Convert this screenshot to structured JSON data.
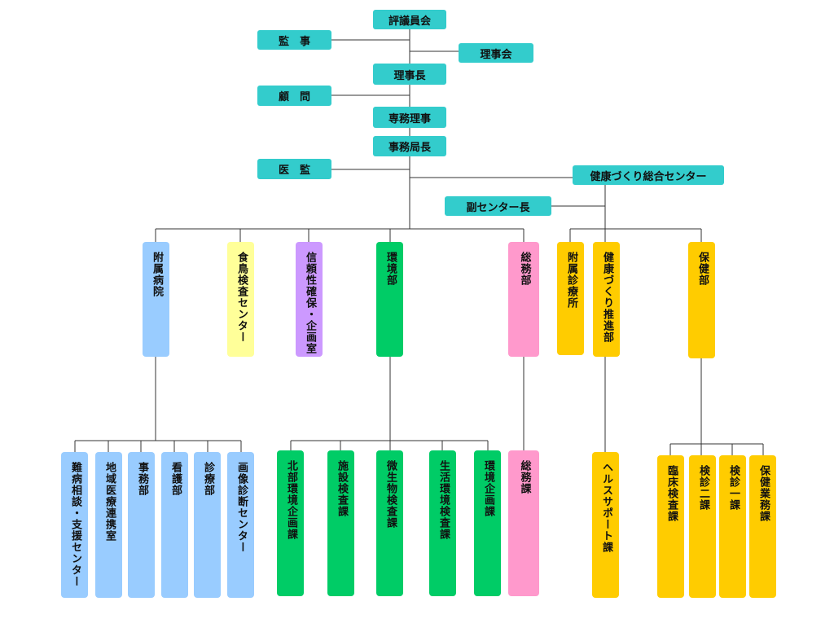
{
  "colors": {
    "teal": "#33cccc",
    "blue": "#99ccff",
    "yellow": "#ffff99",
    "purple": "#cc99ff",
    "green": "#00cc66",
    "pink": "#ff99cc",
    "gold": "#ffcc00",
    "line": "#333333"
  },
  "top": {
    "council": "評議員会",
    "auditor": "監　事",
    "board": "理事会",
    "chair": "理事長",
    "advisor": "顧　問",
    "managing_director": "専務理事",
    "secretary_general": "事務局長",
    "medical_supervisor": "医　監",
    "health_center": "健康づくり総合センター",
    "vice_center_head": "副センター長"
  },
  "departments": {
    "hospital": "附属病院",
    "food_center": "食鳥検査センター",
    "reliability": "信頼性確保・企画室",
    "environment": "環境部",
    "general_affairs": "総務部",
    "clinic": "附属診療所",
    "health_promotion": "健康づくり推進部",
    "health": "保健部"
  },
  "sections": {
    "hospital": [
      "難病相談・支援センター",
      "地域医療連携室",
      "事務部",
      "看護部",
      "診療部",
      "画像診断センター"
    ],
    "environment": [
      "北部環境企画課",
      "施設検査課",
      "微生物検査課",
      "生活環境検査課",
      "環境企画課"
    ],
    "general_affairs": [
      "総務課"
    ],
    "health_promotion": [
      "ヘルスサポート課"
    ],
    "health": [
      "臨床検査課",
      "検診二課",
      "検診一課",
      "保健業務課"
    ]
  }
}
